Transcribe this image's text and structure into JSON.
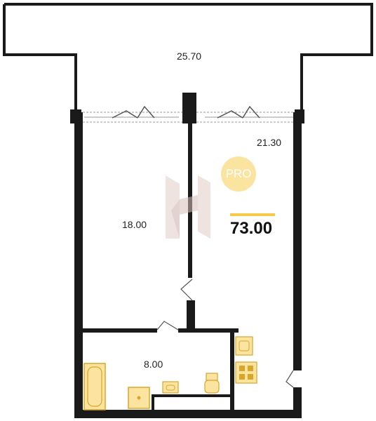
{
  "plan": {
    "rooms": [
      {
        "id": "balcony",
        "area": "25.70"
      },
      {
        "id": "living-room",
        "area": "21.30"
      },
      {
        "id": "bedroom",
        "area": "18.00"
      },
      {
        "id": "bathroom",
        "area": "8.00"
      }
    ],
    "total_area": "73.00",
    "badge": "PRO"
  },
  "colors": {
    "wall": "#1a1a1a",
    "accent": "#f7c948",
    "badge": "#fbe3a0",
    "fixture_fill": "#fbe3a0",
    "fixture_stroke": "#d9a62a",
    "watermark": "#e2cdc8"
  },
  "icons": [
    "bathtub-icon",
    "sink-icon",
    "toilet-icon",
    "stove-icon",
    "watermark-logo-icon",
    "door-swing-icon",
    "window-icon"
  ]
}
